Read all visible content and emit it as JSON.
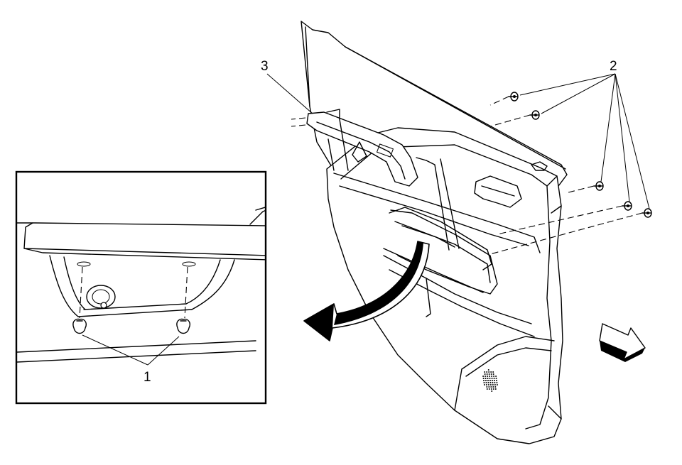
{
  "diagram": {
    "callouts": {
      "one": "1",
      "two": "2",
      "three": "3"
    },
    "colors": {
      "line": "#000000",
      "background": "#ffffff"
    },
    "icons": [
      "removal-arrow-icon",
      "vehicle-forward-arrow-icon",
      "fastener-icon",
      "speaker-grille-icon"
    ]
  }
}
